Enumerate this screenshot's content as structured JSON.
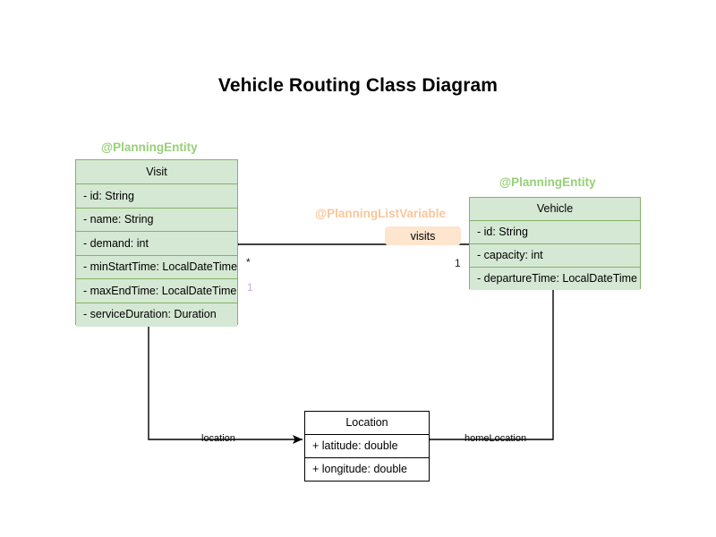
{
  "diagram": {
    "title": "Vehicle Routing Class Diagram",
    "type": "uml-class-diagram",
    "colors": {
      "entity_fill": "#d5e8d4",
      "entity_border": "#82b366",
      "entity_stereotype_text": "#97d077",
      "variable_stereotype_text": "#fac699",
      "badge_fill": "#fde5ce",
      "plain_fill": "#ffffff",
      "plain_border": "#000000",
      "multiplicity_faint": "#c9a9d8",
      "background": "#ffffff"
    }
  },
  "classes": {
    "visit": {
      "stereotype": "@PlanningEntity",
      "name": "Visit",
      "attributes": [
        "- id: String",
        "- name: String",
        "- demand: int",
        "- minStartTime: LocalDateTime",
        "- maxEndTime: LocalDateTime",
        "- serviceDuration: Duration"
      ]
    },
    "vehicle": {
      "stereotype": "@PlanningEntity",
      "name": "Vehicle",
      "attributes": [
        "- id: String",
        "- capacity: int",
        "- departureTime: LocalDateTime"
      ]
    },
    "location": {
      "name": "Location",
      "attributes": [
        "+ latitude: double",
        "+ longitude: double"
      ]
    }
  },
  "associations": {
    "visits": {
      "stereotype": "@PlanningListVariable",
      "label": "visits",
      "source_multiplicity": "1",
      "target_multiplicity": "*",
      "extra_multiplicity": "1"
    },
    "location": {
      "label": "location"
    },
    "home_location": {
      "label": "homeLocation"
    }
  }
}
